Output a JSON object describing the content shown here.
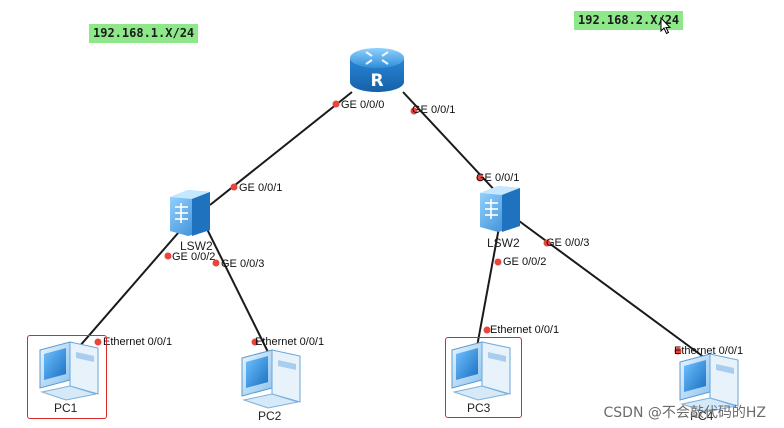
{
  "subnets": {
    "left": "192.168.1.X/24",
    "right": "192.168.2.X/24"
  },
  "router": {
    "icon": "router-icon",
    "glyph": "R",
    "ports": {
      "left": "GE 0/0/0",
      "right": "GE 0/0/1"
    }
  },
  "switches": {
    "left": {
      "name": "LSW2",
      "ports": {
        "uplink": "GE 0/0/1",
        "pc1": "GE 0/0/2",
        "pc2": "GE 0/0/3"
      }
    },
    "right": {
      "name": "LSW2",
      "ports": {
        "uplink": "GE 0/0/1",
        "pc3": "GE 0/0/2",
        "pc4": "GE 0/0/3"
      }
    }
  },
  "pcs": {
    "pc1": {
      "name": "PC1",
      "port": "Ethernet 0/0/1"
    },
    "pc2": {
      "name": "PC2",
      "port": "Ethernet 0/0/1"
    },
    "pc3": {
      "name": "PC3",
      "port": "Ethernet 0/0/1"
    },
    "pc4": {
      "name": "PC4",
      "port": "Ethernet 0/0/1"
    }
  },
  "watermark": "CSDN @不会敲代码的HZ",
  "colors": {
    "link": "#1a1a1a",
    "port_dot": "#e8453c",
    "subnet_bg": "#8ee88a",
    "highlight": "#d62a2a",
    "device_blue": "#2f8fd8"
  }
}
